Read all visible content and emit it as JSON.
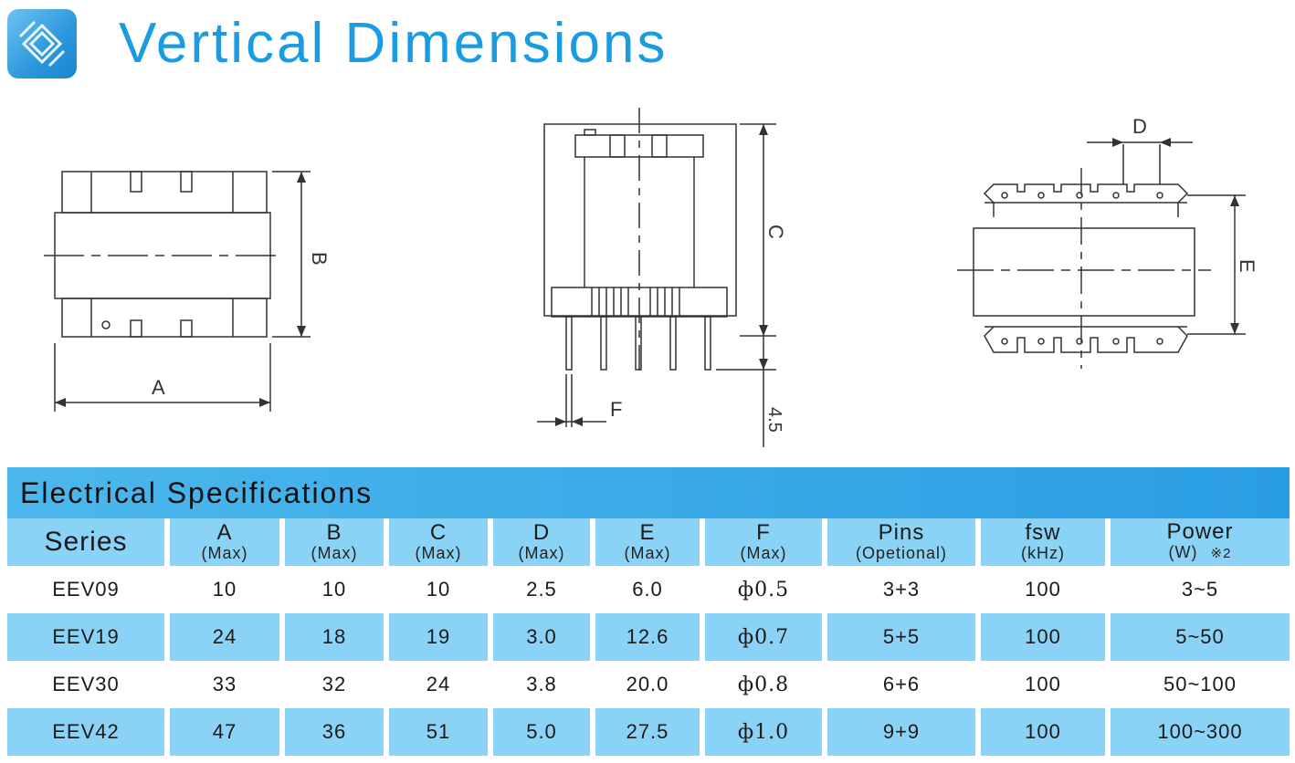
{
  "page": {
    "title": "Vertical Dimensions",
    "logo_icon": "transformer-logo-icon"
  },
  "drawings": {
    "front": {
      "A_label": "A",
      "B_label": "B"
    },
    "side": {
      "C_label": "C",
      "F_label": "F",
      "dim_45_label": "4.5"
    },
    "top": {
      "D_label": "D",
      "E_label": "E"
    }
  },
  "specs": {
    "heading": "Electrical Specifications",
    "columns": [
      {
        "main": "Series",
        "sub": ""
      },
      {
        "main": "A",
        "sub": "(Max)"
      },
      {
        "main": "B",
        "sub": "(Max)"
      },
      {
        "main": "C",
        "sub": "(Max)"
      },
      {
        "main": "D",
        "sub": "(Max)"
      },
      {
        "main": "E",
        "sub": "(Max)"
      },
      {
        "main": "F",
        "sub": "(Max)"
      },
      {
        "main": "Pins",
        "sub": "(Opetional)"
      },
      {
        "main": "fsw",
        "sub": "(kHz)"
      },
      {
        "main": "Power",
        "sub": "(W)",
        "note": "※2"
      }
    ],
    "rows": [
      [
        "EEV09",
        "10",
        "10",
        "10",
        "2.5",
        "6.0",
        "ф0.5",
        "3+3",
        "100",
        "3~5"
      ],
      [
        "EEV19",
        "24",
        "18",
        "19",
        "3.0",
        "12.6",
        "ф0.7",
        "5+5",
        "100",
        "5~50"
      ],
      [
        "EEV30",
        "33",
        "32",
        "24",
        "3.8",
        "20.0",
        "ф0.8",
        "6+6",
        "100",
        "50~100"
      ],
      [
        "EEV42",
        "47",
        "36",
        "51",
        "5.0",
        "27.5",
        "ф1.0",
        "9+9",
        "100",
        "100~300"
      ]
    ]
  },
  "colors": {
    "title": "#1a9ce3",
    "banner": "#2a9ee3",
    "header_cell": "#8ad3f6",
    "row_alt": "#8ad3f6"
  }
}
